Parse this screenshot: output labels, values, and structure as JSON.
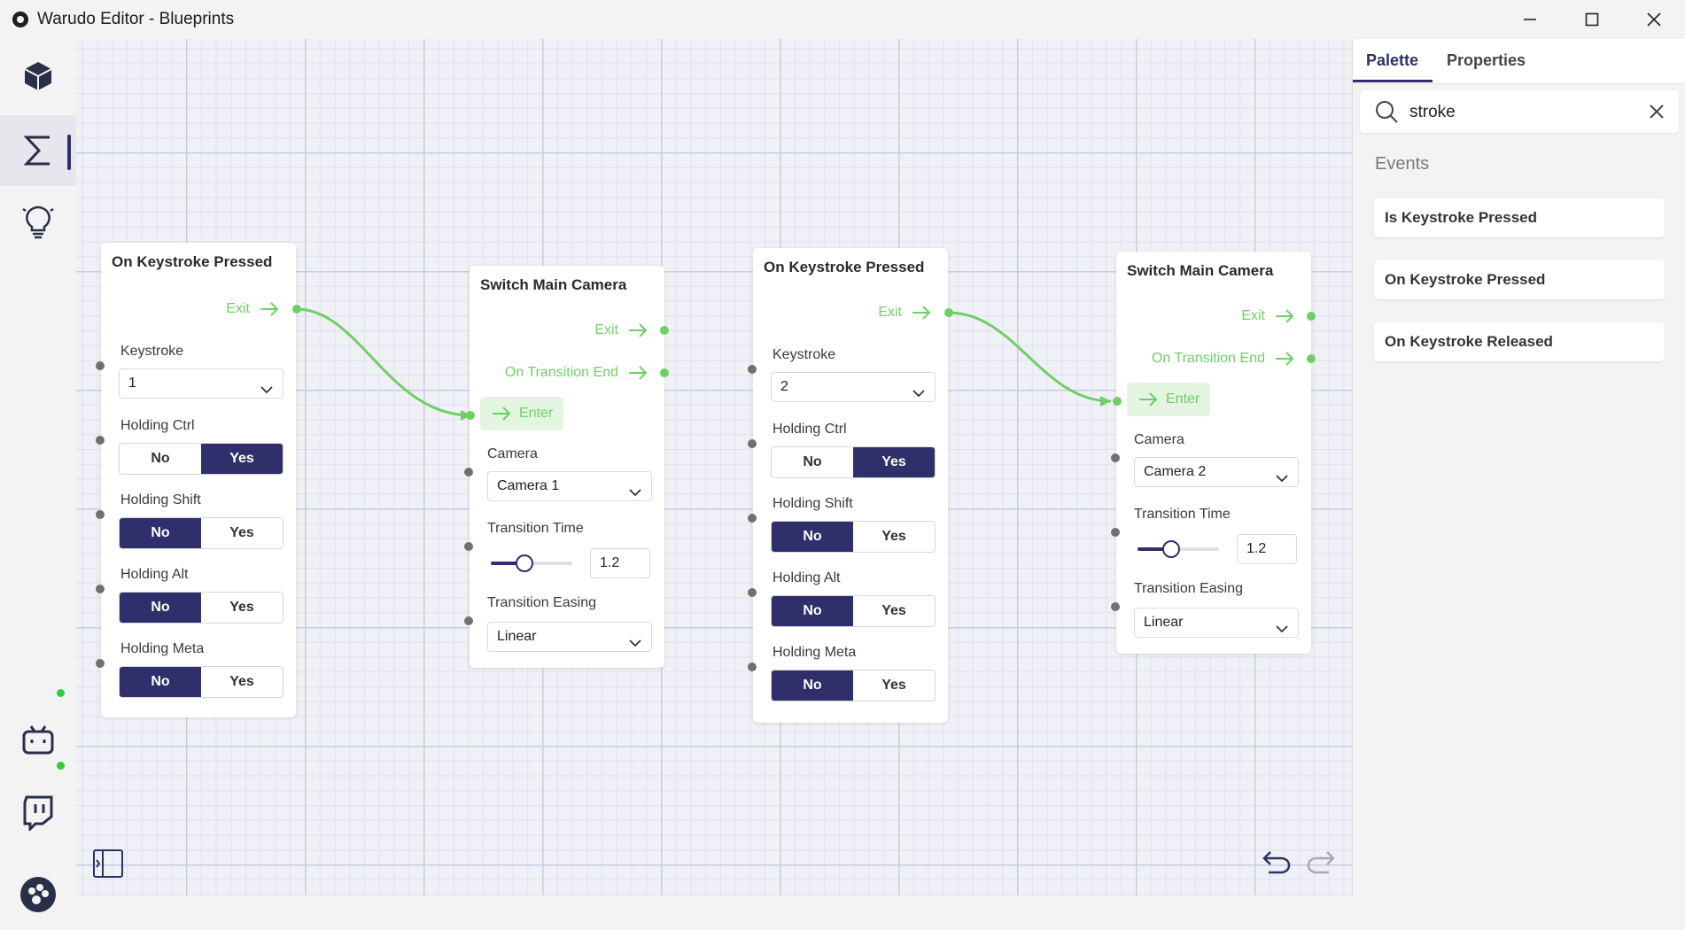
{
  "window": {
    "title": "Warudo Editor - Blueprints"
  },
  "canvas": {
    "nodes": [
      {
        "title": "On Keystroke Pressed",
        "exit_label": "Exit",
        "keystroke_label": "Keystroke",
        "keystroke_value": "1",
        "ctrl_label": "Holding Ctrl",
        "shift_label": "Holding Shift",
        "alt_label": "Holding Alt",
        "meta_label": "Holding Meta",
        "no_label": "No",
        "yes_label": "Yes",
        "ctrl": "Yes",
        "shift": "No",
        "alt": "No",
        "meta": "No"
      },
      {
        "title": "Switch Main Camera",
        "exit_label": "Exit",
        "transition_end_label": "On Transition End",
        "enter_label": "Enter",
        "camera_label": "Camera",
        "camera_value": "Camera 1",
        "time_label": "Transition Time",
        "time_value": "1.2",
        "easing_label": "Transition Easing",
        "easing_value": "Linear"
      },
      {
        "title": "On Keystroke Pressed",
        "exit_label": "Exit",
        "keystroke_label": "Keystroke",
        "keystroke_value": "2",
        "ctrl_label": "Holding Ctrl",
        "shift_label": "Holding Shift",
        "alt_label": "Holding Alt",
        "meta_label": "Holding Meta",
        "no_label": "No",
        "yes_label": "Yes",
        "ctrl": "Yes",
        "shift": "No",
        "alt": "No",
        "meta": "No"
      },
      {
        "title": "Switch Main Camera",
        "exit_label": "Exit",
        "transition_end_label": "On Transition End",
        "enter_label": "Enter",
        "camera_label": "Camera",
        "camera_value": "Camera 2",
        "time_label": "Transition Time",
        "time_value": "1.2",
        "easing_label": "Transition Easing",
        "easing_value": "Linear"
      }
    ]
  },
  "panel": {
    "tabs": [
      {
        "label": "Palette"
      },
      {
        "label": "Properties"
      }
    ],
    "search": {
      "value": "stroke"
    },
    "section": "Events",
    "items": [
      {
        "label": "Is Keystroke Pressed"
      },
      {
        "label": "On Keystroke Pressed"
      },
      {
        "label": "On Keystroke Released"
      }
    ]
  },
  "colors": {
    "accent": "#2f2f6b",
    "flow": "#6fcf65",
    "online": "#2ecc40"
  },
  "icons": [
    "app-logo-icon",
    "minimize-icon",
    "maximize-icon",
    "close-icon",
    "scene-cube-icon",
    "blueprint-sigma-icon",
    "idea-bulb-icon",
    "bilibili-icon",
    "twitch-icon",
    "warudo-logo-icon",
    "toggle-sidebar-icon",
    "undo-icon",
    "redo-icon",
    "search-icon",
    "clear-icon",
    "chevron-down-icon",
    "arrow-right-icon"
  ]
}
